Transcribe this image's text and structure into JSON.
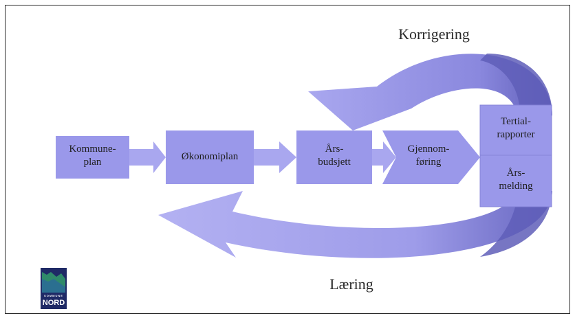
{
  "diagram": {
    "top_label": "Korrigering",
    "bottom_label": "Læring",
    "steps": [
      {
        "line1": "Kommune-",
        "line2": "plan"
      },
      {
        "line1": "Økonomiplan",
        "line2": ""
      },
      {
        "line1": "Års-",
        "line2": "budsjett"
      },
      {
        "line1": "Gjennom-",
        "line2": "føring"
      }
    ],
    "reports": [
      {
        "line1": "Tertial-",
        "line2": "rapporter"
      },
      {
        "line1": "Års-",
        "line2": "melding"
      }
    ]
  },
  "logo": {
    "top_text": "SOMMUNE",
    "word": "NORD"
  },
  "colors": {
    "box_fill": "#9a98ea",
    "arrow_fill": "#a9a7ef",
    "dark_fill": "#5f5eb8",
    "logo_bg": "#1f2a66",
    "logo_green": "#2f8a6a"
  }
}
